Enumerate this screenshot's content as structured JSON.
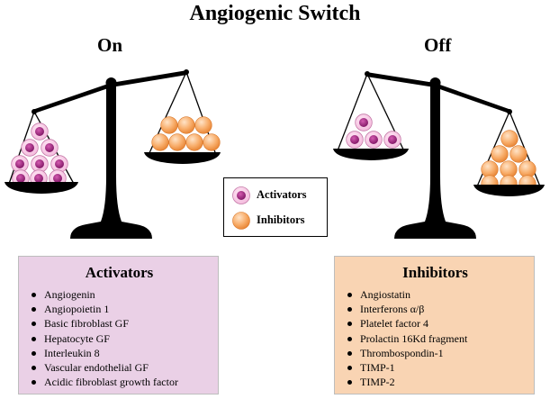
{
  "title": "Angiogenic Switch",
  "on_label": "On",
  "off_label": "Off",
  "legend": {
    "activators": "Activators",
    "inhibitors": "Inhibitors"
  },
  "activators_panel": {
    "title": "Activators",
    "items": [
      "Angiogenin",
      "Angiopoietin 1",
      "Basic fibroblast GF",
      "Hepatocyte GF",
      "Interleukin 8",
      "Vascular endothelial GF",
      "Acidic fibroblast growth factor"
    ]
  },
  "inhibitors_panel": {
    "title": "Inhibitors",
    "items": [
      "Angiostatin",
      "Interferons α/β",
      "Platelet factor 4",
      "Prolactin 16Kd fragment",
      "Thrombospondin-1",
      "TIMP-1",
      "TIMP-2"
    ]
  },
  "colors": {
    "activator_cell": "#a0257f",
    "activator_ring": "#f6cde6",
    "inhibitor_cell": "#f5a25c",
    "activators_panel_bg": "#ead0e6",
    "inhibitors_panel_bg": "#f9d4b3"
  }
}
